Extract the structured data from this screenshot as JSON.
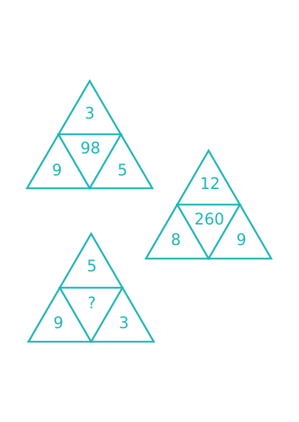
{
  "puzzle": {
    "color": "#1fb5b8",
    "triangles": [
      {
        "top": "3",
        "center": "98",
        "left": "9",
        "right": "5"
      },
      {
        "top": "12",
        "center": "260",
        "left": "8",
        "right": "9"
      },
      {
        "top": "5",
        "center": "?",
        "left": "9",
        "right": "3"
      }
    ]
  }
}
